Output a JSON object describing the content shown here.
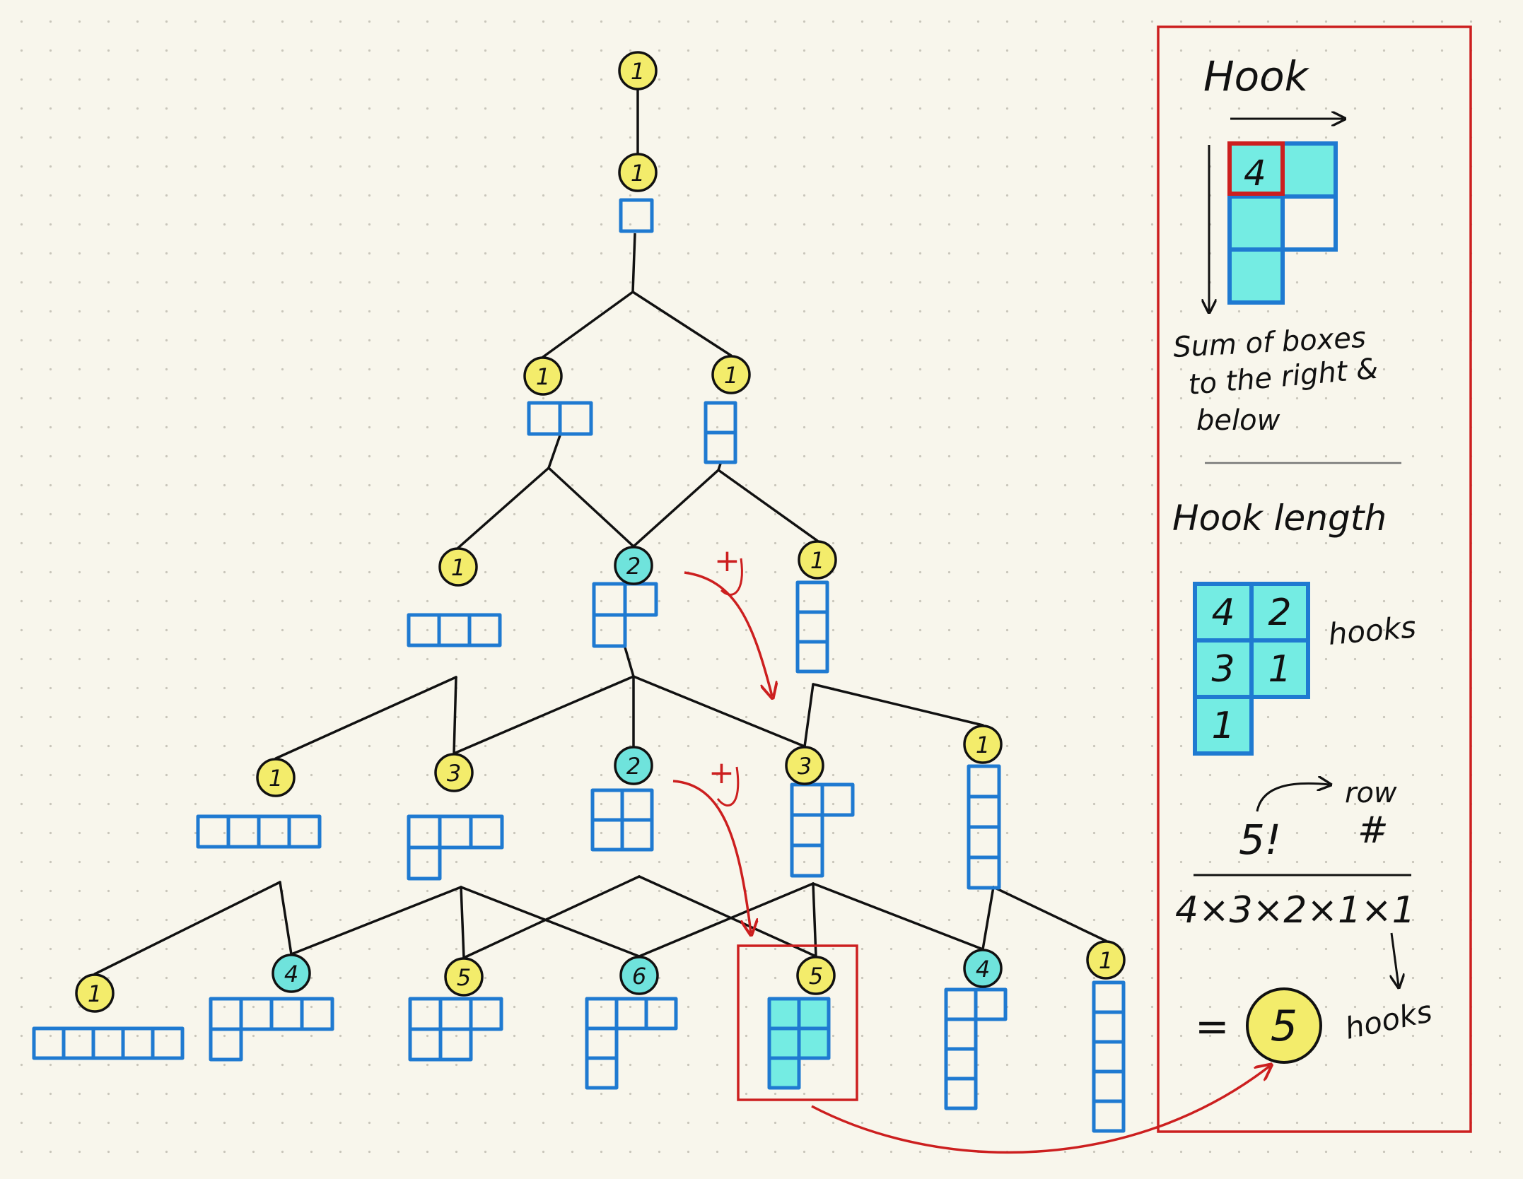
{
  "colors": {
    "edge": "#111111",
    "box_stroke": "#1f7ad1",
    "box_fill_cyan": "#74ece3",
    "node_yellow": "#f3ec6b",
    "node_cyan": "#6fe3dc",
    "accent_red": "#cc1f1f"
  },
  "tree": {
    "nodes": [
      {
        "id": "n0",
        "level": 0,
        "count": "1",
        "shape": []
      },
      {
        "id": "n1",
        "level": 1,
        "count": "1",
        "shape": [
          1
        ]
      },
      {
        "id": "n2a",
        "level": 2,
        "count": "1",
        "shape": [
          2
        ]
      },
      {
        "id": "n2b",
        "level": 2,
        "count": "1",
        "shape": [
          1,
          1
        ]
      },
      {
        "id": "n3a",
        "level": 3,
        "count": "1",
        "shape": [
          3
        ]
      },
      {
        "id": "n3b",
        "level": 3,
        "count": "2",
        "shape": [
          2,
          1
        ]
      },
      {
        "id": "n3c",
        "level": 3,
        "count": "1",
        "shape": [
          1,
          1,
          1
        ]
      },
      {
        "id": "n4a",
        "level": 4,
        "count": "1",
        "shape": [
          4
        ]
      },
      {
        "id": "n4b",
        "level": 4,
        "count": "3",
        "shape": [
          3,
          1
        ]
      },
      {
        "id": "n4c",
        "level": 4,
        "count": "2",
        "shape": [
          2,
          2
        ]
      },
      {
        "id": "n4d",
        "level": 4,
        "count": "3",
        "shape": [
          2,
          1,
          1
        ]
      },
      {
        "id": "n4e",
        "level": 4,
        "count": "1",
        "shape": [
          1,
          1,
          1,
          1
        ]
      },
      {
        "id": "n5a",
        "level": 5,
        "count": "1",
        "shape": [
          5
        ]
      },
      {
        "id": "n5b",
        "level": 5,
        "count": "4",
        "shape": [
          4,
          1
        ]
      },
      {
        "id": "n5c",
        "level": 5,
        "count": "5",
        "shape": [
          3,
          2
        ]
      },
      {
        "id": "n5d",
        "level": 5,
        "count": "6",
        "shape": [
          3,
          1,
          1
        ]
      },
      {
        "id": "n5e",
        "level": 5,
        "count": "5",
        "shape": [
          2,
          2,
          1
        ],
        "highlighted": true
      },
      {
        "id": "n5f",
        "level": 5,
        "count": "4",
        "shape": [
          2,
          1,
          1,
          1
        ]
      },
      {
        "id": "n5g",
        "level": 5,
        "count": "1",
        "shape": [
          1,
          1,
          1,
          1,
          1
        ]
      }
    ],
    "edges": [
      [
        "n0",
        "n1"
      ],
      [
        "n1",
        "n2a"
      ],
      [
        "n1",
        "n2b"
      ],
      [
        "n2a",
        "n3a"
      ],
      [
        "n2a",
        "n3b"
      ],
      [
        "n2b",
        "n3b"
      ],
      [
        "n2b",
        "n3c"
      ],
      [
        "n3a",
        "n4a"
      ],
      [
        "n3a",
        "n4b"
      ],
      [
        "n3b",
        "n4b"
      ],
      [
        "n3b",
        "n4c"
      ],
      [
        "n3b",
        "n4d"
      ],
      [
        "n3c",
        "n4d"
      ],
      [
        "n3c",
        "n4e"
      ],
      [
        "n4a",
        "n5a"
      ],
      [
        "n4a",
        "n5b"
      ],
      [
        "n4b",
        "n5b"
      ],
      [
        "n4b",
        "n5c"
      ],
      [
        "n4b",
        "n5d"
      ],
      [
        "n4c",
        "n5c"
      ],
      [
        "n4c",
        "n5e"
      ],
      [
        "n4d",
        "n5d"
      ],
      [
        "n4d",
        "n5e"
      ],
      [
        "n4d",
        "n5f"
      ],
      [
        "n4e",
        "n5f"
      ],
      [
        "n4e",
        "n5g"
      ]
    ],
    "plus_mark": "+"
  },
  "panel": {
    "hook_title": "Hook",
    "hook_example_value": "4",
    "hook_caption": [
      "Sum of boxes",
      "to the right &",
      "below"
    ],
    "hook_length_title": "Hook length",
    "hook_grid": [
      [
        "4",
        "2"
      ],
      [
        "3",
        "1"
      ],
      [
        "1"
      ]
    ],
    "hooks_label": "hooks",
    "numerator": "5!",
    "row_label": "row",
    "hash_label": "#",
    "denominator": "4×3×2×1×1",
    "hooks_label_2": "hooks",
    "equals": "=",
    "result": "5"
  }
}
